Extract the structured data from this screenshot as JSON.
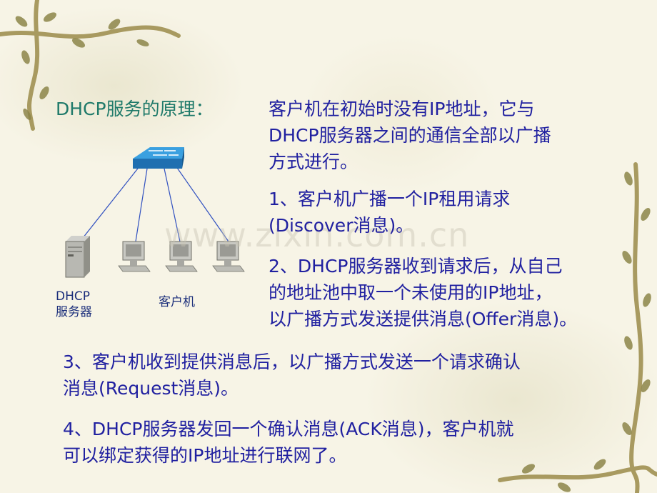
{
  "heading": "DHCP服务的原理：",
  "intro": [
    "客户机在初始时没有IP地址，它与",
    "DHCP服务器之间的通信全部以广播",
    "方式进行。"
  ],
  "step1": [
    "1、客户机广播一个IP租用请求",
    "(Discover消息)。"
  ],
  "step2": [
    "2、DHCP服务器收到请求后，从自己",
    "的地址池中取一个未使用的IP地址，",
    "以广播方式发送提供消息(Offer消息)。"
  ],
  "step3": [
    "3、客户机收到提供消息后，以广播方式发送一个请求确认",
    "消息(Request消息)。"
  ],
  "step4": [
    "4、DHCP服务器发回一个确认消息(ACK消息)，客户机就",
    "可以绑定获得的IP地址进行联网了。"
  ],
  "diagram": {
    "server_label": [
      "DHCP",
      "服务器"
    ],
    "client_label": "客户机"
  },
  "watermark": "www.zixin.com.cn",
  "colors": {
    "body_text": "#2020a0",
    "heading_text": "#1f7a6a",
    "switch": "#2a8fd0"
  }
}
